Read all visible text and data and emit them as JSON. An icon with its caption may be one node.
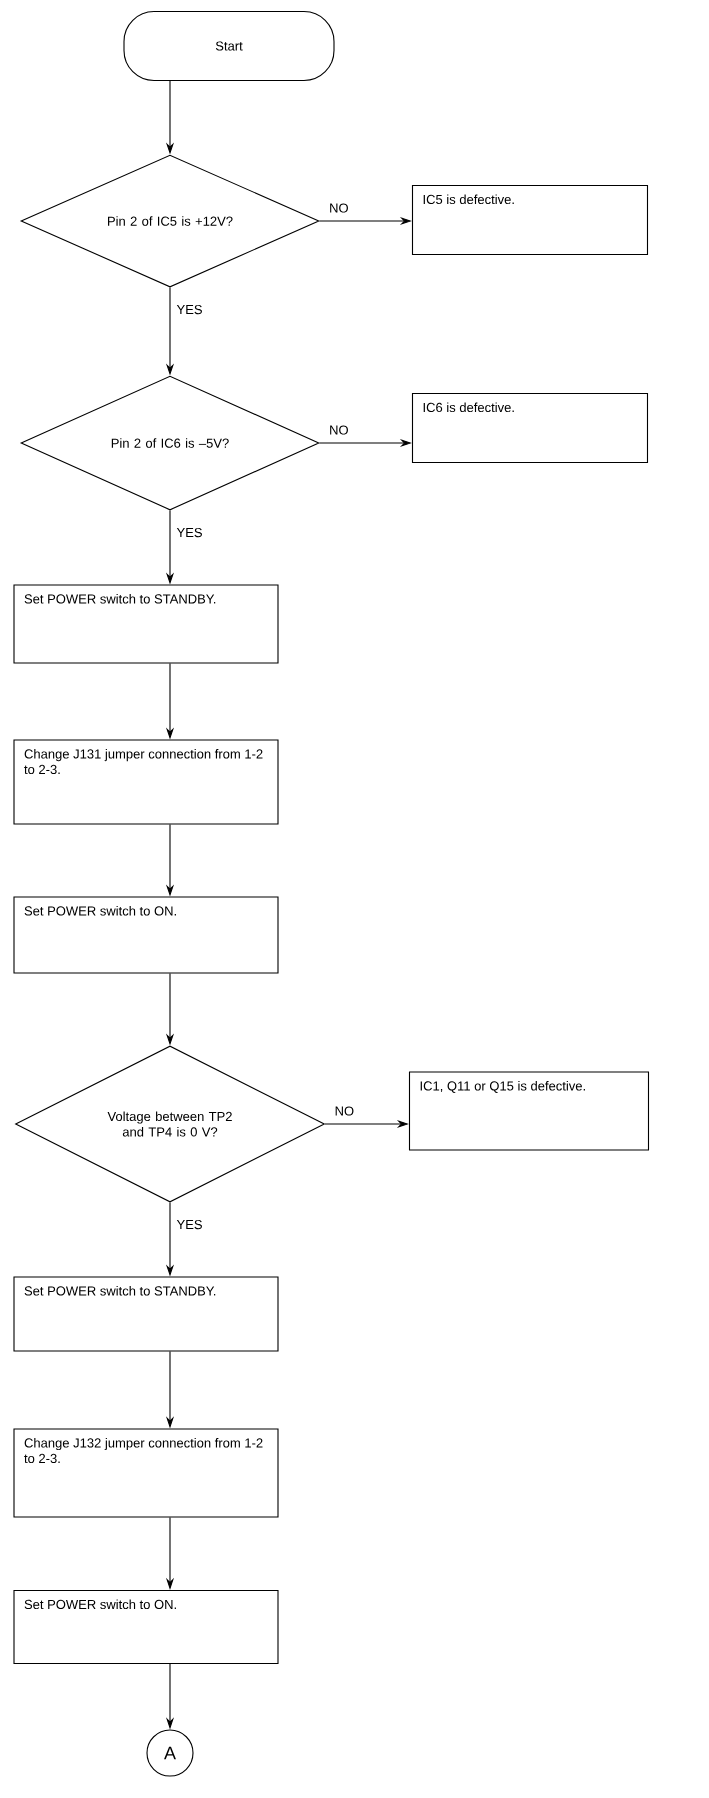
{
  "diagram": {
    "nodes": [
      {
        "text": [
          "Start"
        ]
      },
      {
        "text": [
          "Pin 2 of IC5 is +12V?"
        ]
      },
      {
        "text": [
          "IC5 is defective."
        ]
      },
      {
        "text": [
          "Pin 2 of IC6 is –5V?"
        ]
      },
      {
        "text": [
          "IC6 is defective."
        ]
      },
      {
        "text": [
          "Set POWER switch to STANDBY."
        ]
      },
      {
        "text": [
          "Change J131 jumper connection from 1-2 to 2-3."
        ]
      },
      {
        "text": [
          "Set POWER switch to ON."
        ]
      },
      {
        "text": [
          "Voltage between TP2 and TP4 is 0 V?"
        ]
      },
      {
        "text": [
          "IC1, Q11 or Q15 is defective."
        ]
      },
      {
        "text": [
          "Set POWER switch to STANDBY."
        ]
      },
      {
        "text": [
          "Change J132 jumper connection from 1-2 to 2-3."
        ]
      },
      {
        "text": [
          "Set POWER switch to ON."
        ]
      },
      {
        "text": [
          "A"
        ]
      }
    ],
    "edges": [
      {
        "from": 0,
        "to": 1,
        "arrow": "to"
      },
      {
        "from": 1,
        "to": 2,
        "arrow": "to",
        "label": "NO"
      },
      {
        "from": 1,
        "to": 3,
        "arrow": "to",
        "label": "YES"
      },
      {
        "from": 3,
        "to": 4,
        "arrow": "to",
        "label": "NO"
      },
      {
        "from": 3,
        "to": 5,
        "arrow": "to",
        "label": "YES"
      },
      {
        "from": 5,
        "to": 6,
        "arrow": "to"
      },
      {
        "from": 6,
        "to": 7,
        "arrow": "to"
      },
      {
        "from": 7,
        "to": 8,
        "arrow": "to"
      },
      {
        "from": 8,
        "to": 9,
        "arrow": "to",
        "label": "NO"
      },
      {
        "from": 8,
        "to": 10,
        "arrow": "to",
        "label": "YES"
      },
      {
        "from": 10,
        "to": 11,
        "arrow": "to"
      },
      {
        "from": 11,
        "to": 12,
        "arrow": "to"
      },
      {
        "from": 12,
        "to": 13,
        "arrow": "to"
      }
    ]
  }
}
